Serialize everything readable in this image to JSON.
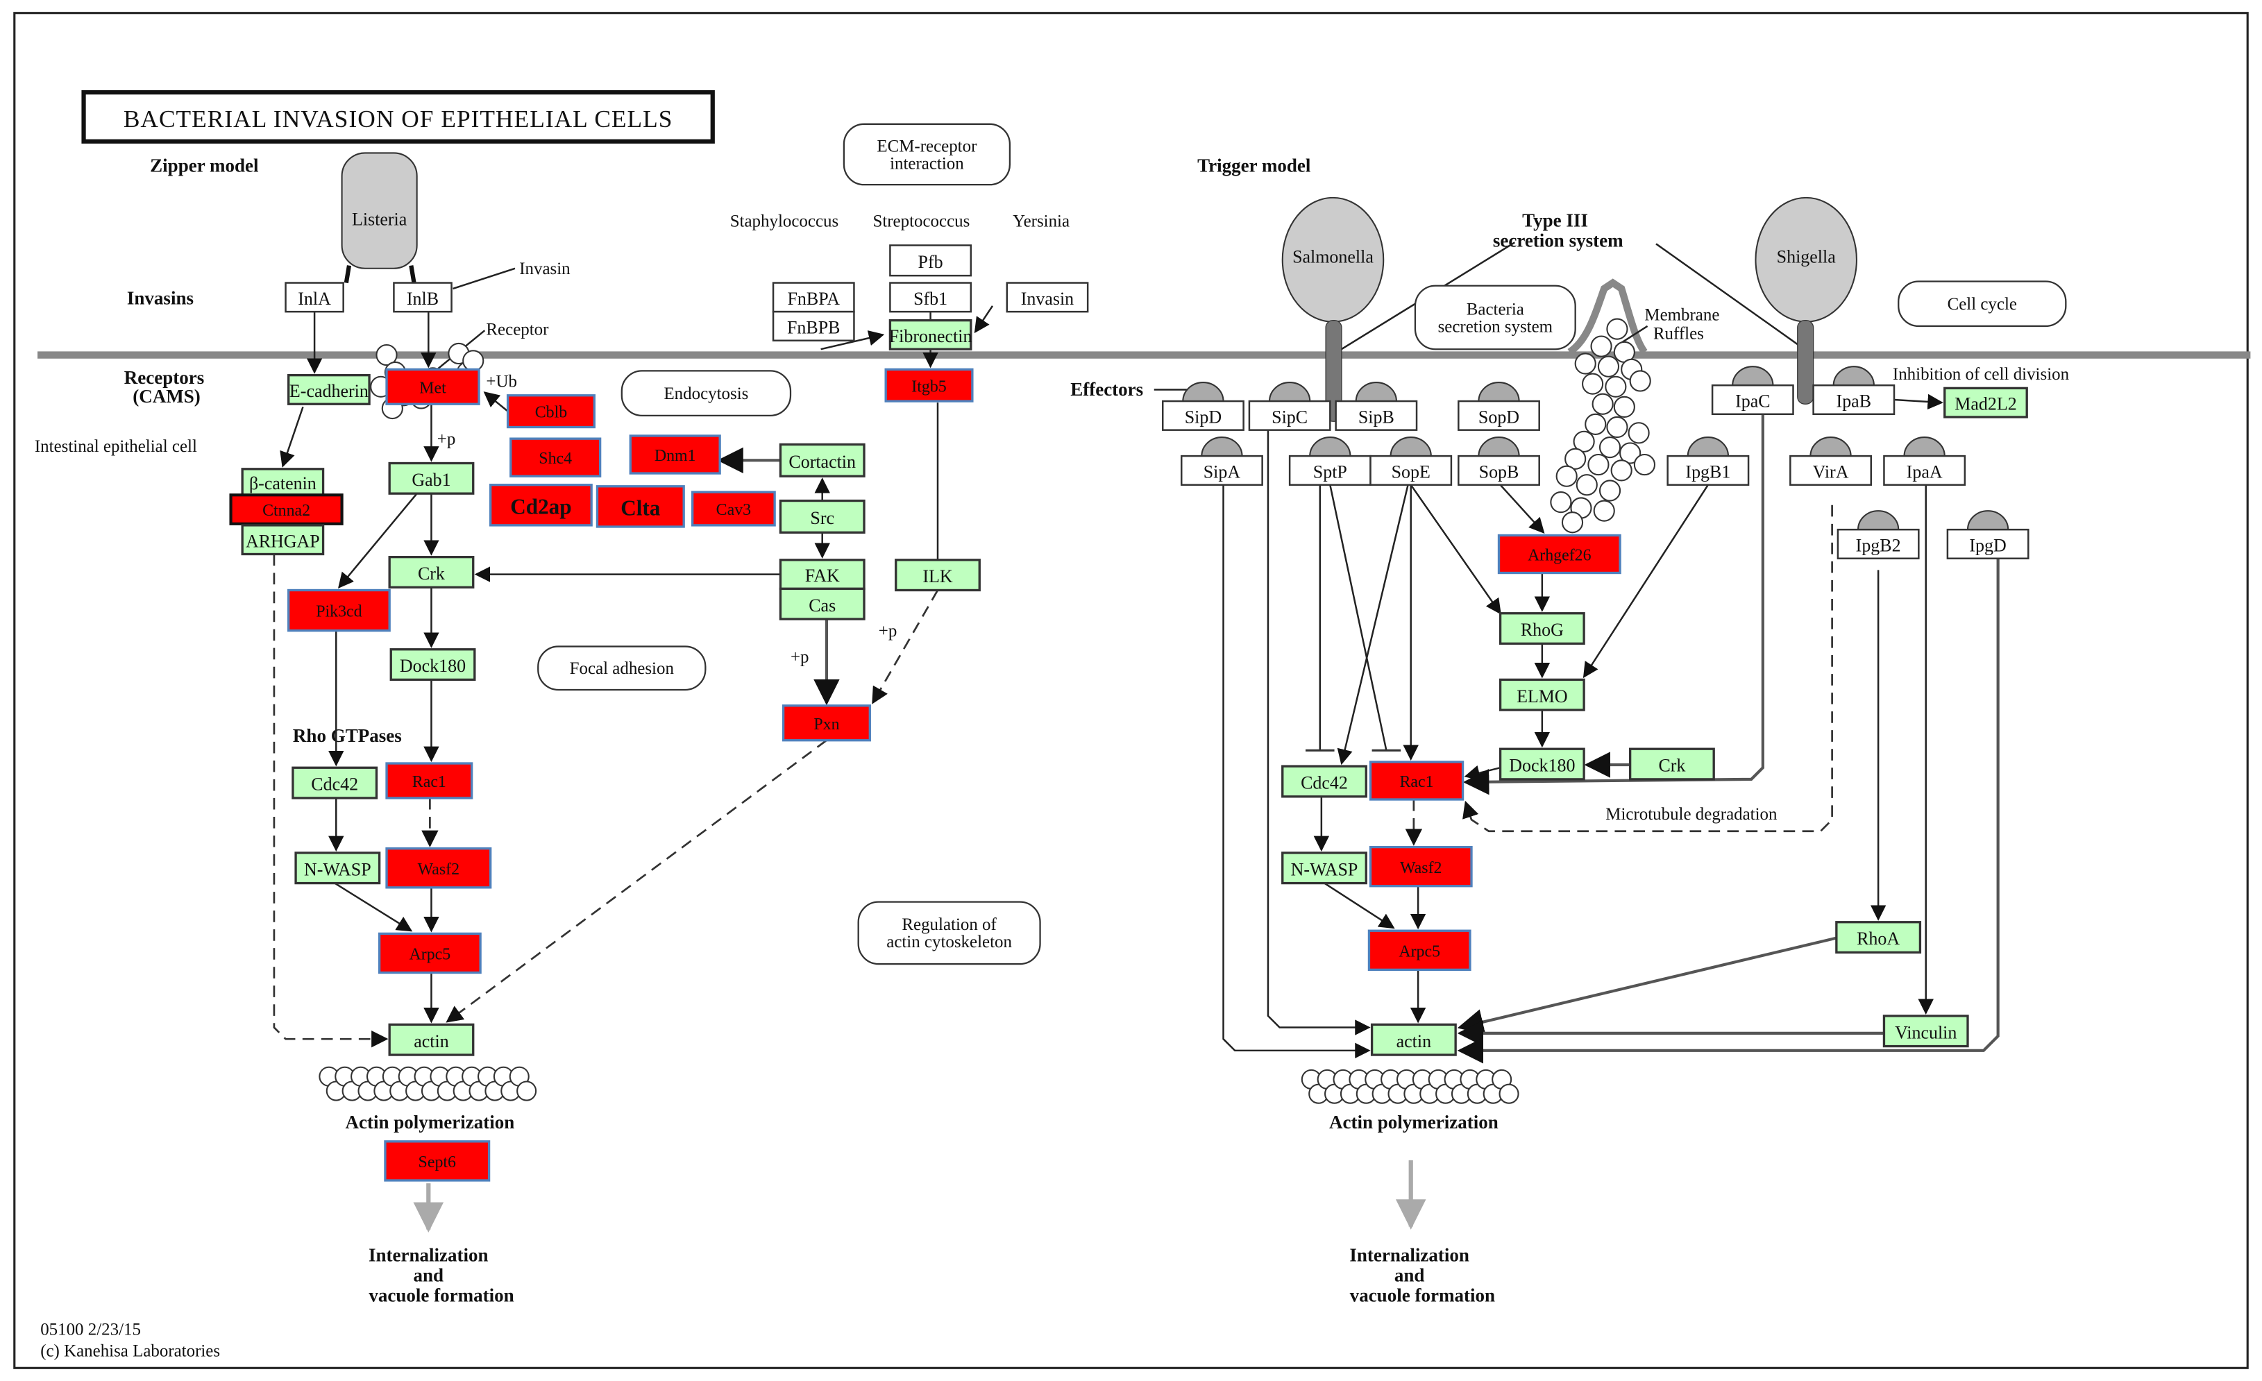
{
  "title": "BACTERIAL INVASION OF EPITHELIAL CELLS",
  "colors": {
    "upregulated_fill": "#ff0000",
    "upregulated_border": "#4f81bd",
    "gene_fill": "#bfffbf",
    "gene_border": "#333333",
    "bacteria_fill": "#cccccc",
    "effector_cap_fill": "#aaaaaa",
    "membrane": "#888888"
  },
  "section_labels": {
    "zipper_model": "Zipper model",
    "trigger_model": "Trigger model",
    "invasins": "Invasins",
    "receptors_line1": "Receptors",
    "receptors_line2": "(CAMS)",
    "intestinal_cell": "Intestinal epithelial cell",
    "effectors": "Effectors",
    "rho_gtpases": "Rho GTPases",
    "type3_line1": "Type III",
    "type3_line2": "secretion system",
    "membrane_ruffles_line1": "Membrane",
    "membrane_ruffles_line2": "Ruffles",
    "inhibition": "Inhibition of cell division",
    "microtubule": "Microtubule degradation",
    "invasin_label": "Invasin",
    "receptor_label": "Receptor",
    "staphylococcus": "Staphylococcus",
    "streptococcus": "Streptococcus",
    "yersinia": "Yersinia",
    "plus_ub": "+Ub",
    "plus_p": "+p",
    "actin_poly_left": "Actin polymerization",
    "actin_poly_right": "Actin polymerization",
    "internalization_left": [
      "Internalization",
      "and",
      "vacuole formation"
    ],
    "internalization_right": [
      "Internalization",
      "and",
      "vacuole formation"
    ]
  },
  "bacteria": {
    "listeria": "Listeria",
    "salmonella": "Salmonella",
    "shigella": "Shigella"
  },
  "pathway_maps": {
    "ecm": [
      "ECM-receptor",
      "interaction"
    ],
    "endocytosis": [
      "Endocytosis"
    ],
    "focal_adhesion": [
      "Focal adhesion"
    ],
    "regulation_actin": [
      "Regulation of",
      "actin cytoskeleton"
    ],
    "bacteria_secretion": [
      "Bacteria",
      "secretion system"
    ],
    "cell_cycle": [
      "Cell cycle"
    ]
  },
  "nodes": {
    "InlA": {
      "label": "InlA",
      "type": "plain"
    },
    "InlB": {
      "label": "InlB",
      "type": "plain"
    },
    "Ecadherin": {
      "label": "E-cadherin",
      "type": "green"
    },
    "Met": {
      "label": "Met",
      "type": "red"
    },
    "Cblb": {
      "label": "Cblb",
      "type": "red"
    },
    "Shc4": {
      "label": "Shc4",
      "type": "red"
    },
    "Dnm1": {
      "label": "Dnm1",
      "type": "red"
    },
    "Cd2ap": {
      "label": "Cd2ap",
      "type": "red"
    },
    "Clta": {
      "label": "Clta",
      "type": "red"
    },
    "Cav3": {
      "label": "Cav3",
      "type": "red"
    },
    "Cortactin": {
      "label": "Cortactin",
      "type": "green"
    },
    "Src": {
      "label": "Src",
      "type": "green"
    },
    "FAK": {
      "label": "FAK",
      "type": "green"
    },
    "Cas": {
      "label": "Cas",
      "type": "green"
    },
    "ILK": {
      "label": "ILK",
      "type": "green"
    },
    "Pxn": {
      "label": "Pxn",
      "type": "red"
    },
    "Bcatenin": {
      "label": "β-catenin",
      "type": "green"
    },
    "Ctnna2": {
      "label": "Ctnna2",
      "type": "red"
    },
    "ARHGAP": {
      "label": "ARHGAP",
      "type": "green"
    },
    "Gab1": {
      "label": "Gab1",
      "type": "green"
    },
    "Crk_L": {
      "label": "Crk",
      "type": "green"
    },
    "Pik3cd": {
      "label": "Pik3cd",
      "type": "red"
    },
    "Dock180_L": {
      "label": "Dock180",
      "type": "green"
    },
    "Cdc42_L": {
      "label": "Cdc42",
      "type": "green"
    },
    "Rac1_L": {
      "label": "Rac1",
      "type": "red"
    },
    "NWASP_L": {
      "label": "N-WASP",
      "type": "green"
    },
    "Wasf2_L": {
      "label": "Wasf2",
      "type": "red"
    },
    "Arpc5_L": {
      "label": "Arpc5",
      "type": "red"
    },
    "actin_L": {
      "label": "actin",
      "type": "green"
    },
    "Sept6": {
      "label": "Sept6",
      "type": "red"
    },
    "FnBPA": {
      "label": "FnBPA",
      "type": "plain"
    },
    "FnBPB": {
      "label": "FnBPB",
      "type": "plain"
    },
    "Pfb": {
      "label": "Pfb",
      "type": "plain"
    },
    "Sfb1": {
      "label": "Sfb1",
      "type": "plain"
    },
    "Invasin": {
      "label": "Invasin",
      "type": "plain"
    },
    "Fibronectin": {
      "label": "Fibronectin",
      "type": "green"
    },
    "Itgb5": {
      "label": "Itgb5",
      "type": "red"
    },
    "SipD": {
      "label": "SipD",
      "type": "effector"
    },
    "SipC": {
      "label": "SipC",
      "type": "effector"
    },
    "SipB": {
      "label": "SipB",
      "type": "effector"
    },
    "SopD": {
      "label": "SopD",
      "type": "effector"
    },
    "SipA": {
      "label": "SipA",
      "type": "effector"
    },
    "SptP": {
      "label": "SptP",
      "type": "effector"
    },
    "SopE": {
      "label": "SopE",
      "type": "effector"
    },
    "SopB": {
      "label": "SopB",
      "type": "effector"
    },
    "IpaC": {
      "label": "IpaC",
      "type": "effector"
    },
    "IpaB": {
      "label": "IpaB",
      "type": "effector"
    },
    "Mad2L2": {
      "label": "Mad2L2",
      "type": "green"
    },
    "IpgB1": {
      "label": "IpgB1",
      "type": "effector"
    },
    "VirA": {
      "label": "VirA",
      "type": "effector"
    },
    "IpaA": {
      "label": "IpaA",
      "type": "effector"
    },
    "IpgB2": {
      "label": "IpgB2",
      "type": "effector"
    },
    "IpgD": {
      "label": "IpgD",
      "type": "effector"
    },
    "Arhgef26": {
      "label": "Arhgef26",
      "type": "red"
    },
    "RhoG": {
      "label": "RhoG",
      "type": "green"
    },
    "ELMO": {
      "label": "ELMO",
      "type": "green"
    },
    "Dock180_R": {
      "label": "Dock180",
      "type": "green"
    },
    "Crk_R": {
      "label": "Crk",
      "type": "green"
    },
    "Cdc42_R": {
      "label": "Cdc42",
      "type": "green"
    },
    "Rac1_R": {
      "label": "Rac1",
      "type": "red"
    },
    "NWASP_R": {
      "label": "N-WASP",
      "type": "green"
    },
    "Wasf2_R": {
      "label": "Wasf2",
      "type": "red"
    },
    "Arpc5_R": {
      "label": "Arpc5",
      "type": "red"
    },
    "actin_R": {
      "label": "actin",
      "type": "green"
    },
    "RhoA": {
      "label": "RhoA",
      "type": "green"
    },
    "Vinculin": {
      "label": "Vinculin",
      "type": "green"
    }
  },
  "footer": {
    "map_id": "05100 2/23/15",
    "copyright": "(c) Kanehisa Laboratories"
  }
}
